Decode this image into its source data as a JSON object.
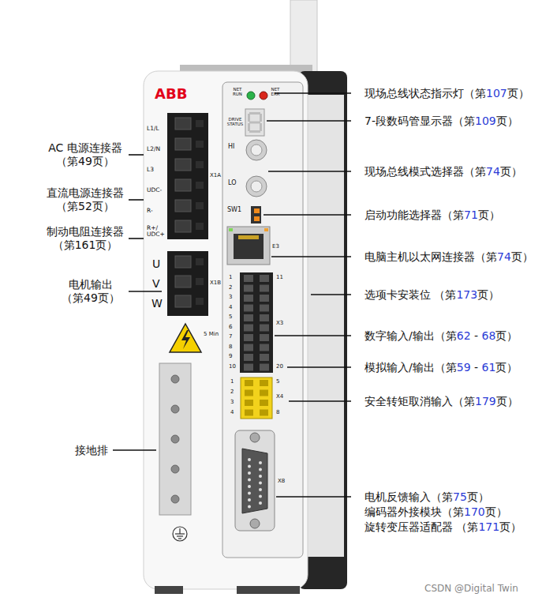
{
  "diagram": {
    "labels": [
      "AC 电源连接器 （第49页）",
      "直流电源连接器 （第52页）",
      "制动电阻连接器 （第161页）",
      "电机输出 （第49页）",
      "接地排",
      "现场总线状态指示灯（第107页）",
      "7-段数码管显示器（第109页）",
      "现场总线模式选择器（第74页）",
      "启动功能选择器（第71页）",
      "电脑主机以太网连接器（第74页）",
      "选项卡安装位 （第173页）",
      "数字输入/输出（第62 - 68页）",
      "模拟输入/输出（第59 - 61页）",
      "安全转矩取消输入（第179页）",
      "电机反馈输入（第75页）",
      "编码器外接模块（第170页）",
      "旋转变压器适配器 （第171页）",
      "ABB",
      "L1/L",
      "L2/N",
      "L3",
      "UDC-",
      "R-",
      "R+/ UDC+",
      "X1A",
      "U",
      "V",
      "W",
      "X1B",
      "5 Min",
      "NET RUN",
      "NET ERR",
      "DRIVE STATUS",
      "HI",
      "LO",
      "SW1",
      "E3",
      "1",
      "2",
      "3",
      "4",
      "5",
      "6",
      "7",
      "8",
      "9",
      "10",
      "11",
      "20",
      "X3",
      "1",
      "2",
      "3",
      "4",
      "5",
      "8",
      "X4",
      "X8",
      "CSDN @Digital Twin"
    ]
  }
}
